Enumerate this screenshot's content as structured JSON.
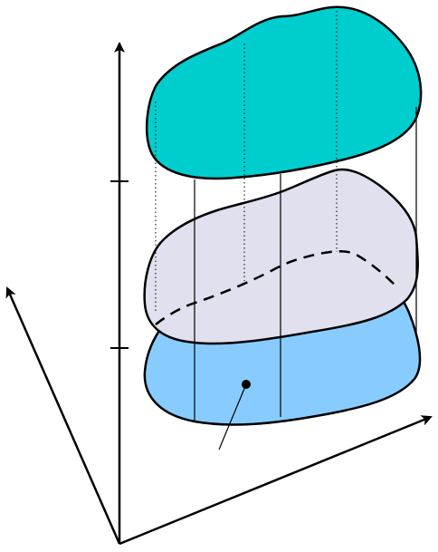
{
  "diagram": {
    "colors": {
      "background": "#ffffff",
      "stroke": "#000000",
      "top_surface": "#00cece",
      "middle_surface": "#e0e0ee",
      "bottom_surface": "#88ccff"
    },
    "axes": {
      "count": 3,
      "vertical_ticks": 2
    },
    "layers": [
      {
        "name": "top-layer",
        "fill_role": "top_surface"
      },
      {
        "name": "middle-layer",
        "fill_role": "middle_surface"
      },
      {
        "name": "bottom-layer",
        "fill_role": "bottom_surface"
      }
    ],
    "marked_point": {
      "style": "filled-dot-with-leader"
    }
  }
}
